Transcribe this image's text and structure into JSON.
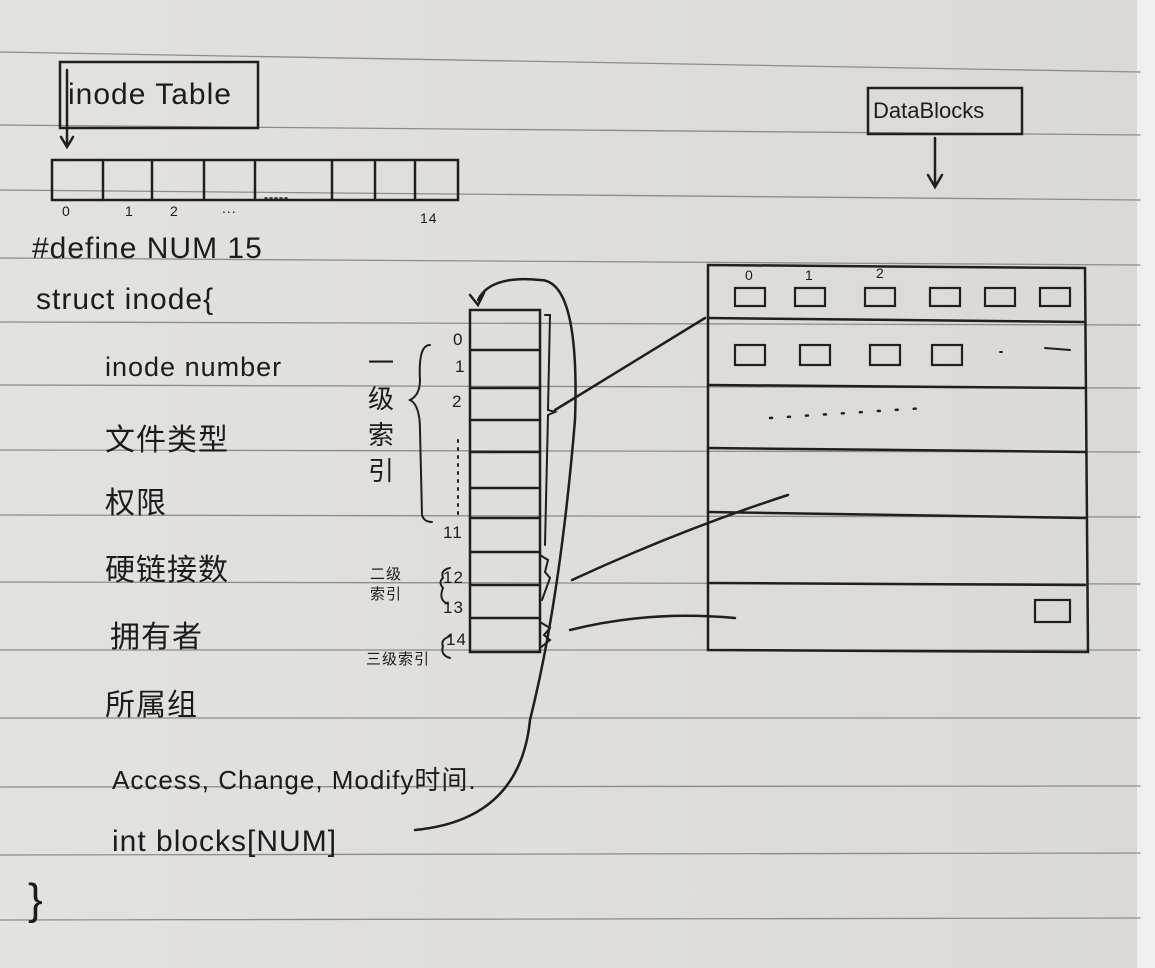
{
  "inode_table_label": "inode Table",
  "inode_table_indices": [
    "0",
    "1",
    "2",
    "...",
    "14"
  ],
  "define_line": "#define NUM 15",
  "struct_open": "struct inode{",
  "fields": [
    "inode number",
    "文件类型",
    "权限",
    "硬链接数",
    "拥有者",
    "所属组",
    "Access, Change, Modify时间.",
    "int blocks[NUM]"
  ],
  "struct_close": "}",
  "block_indices": {
    "first": "0",
    "second": "1",
    "third": "2",
    "eleven": "11",
    "twelve": "12",
    "thirteen": "13",
    "fourteen": "14"
  },
  "index_levels": {
    "level1": "一级索引",
    "level2": "二级索引",
    "level3": "三级索引"
  },
  "data_blocks_label": "DataBlocks",
  "data_block_numbers": [
    "0",
    "1",
    "2"
  ]
}
